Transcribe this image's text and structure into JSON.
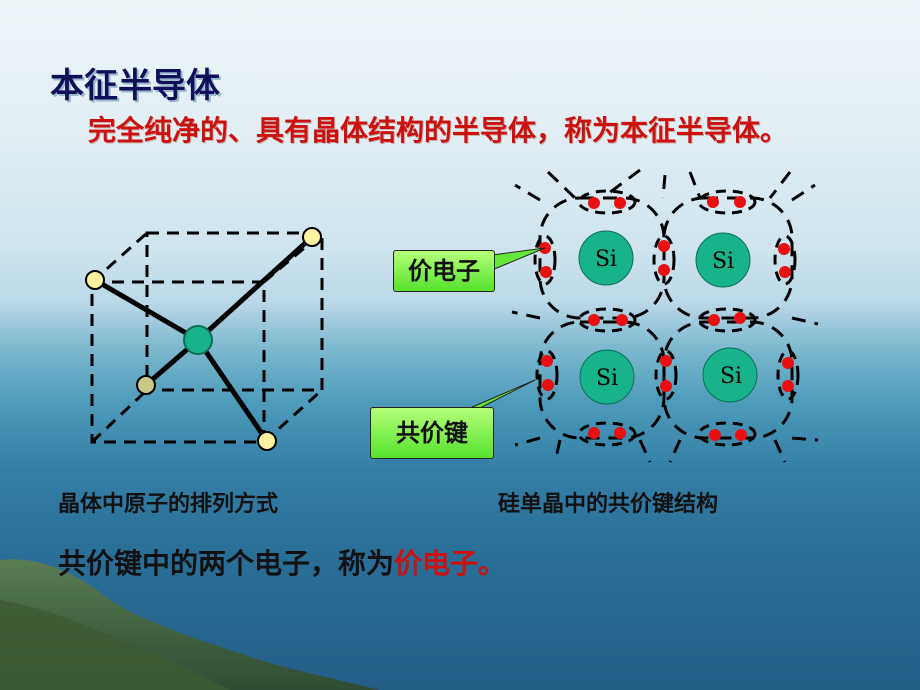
{
  "slide": {
    "title": "本征半导体",
    "definition": "完全纯净的、具有晶体结构的半导体，称为本征半导体。",
    "caption_left": "晶体中原子的排列方式",
    "caption_right": "硅单晶中的共价键结构",
    "bottom_prefix": "共价键中的两个电子，称为",
    "bottom_highlight": "价电子",
    "bottom_suffix": "。"
  },
  "lattice": {
    "atom_labels": [
      "Si",
      "Si",
      "Si",
      "Si"
    ],
    "callout_valence": "价电子",
    "callout_covalent": "共价键"
  },
  "colors": {
    "title": "#10105a",
    "emphasis": "#cc1111",
    "atom_fill": "#18b38a",
    "electron": "#e81010",
    "callout_fill": "#66e63a",
    "vertex_yellow": "#fff2a0"
  }
}
